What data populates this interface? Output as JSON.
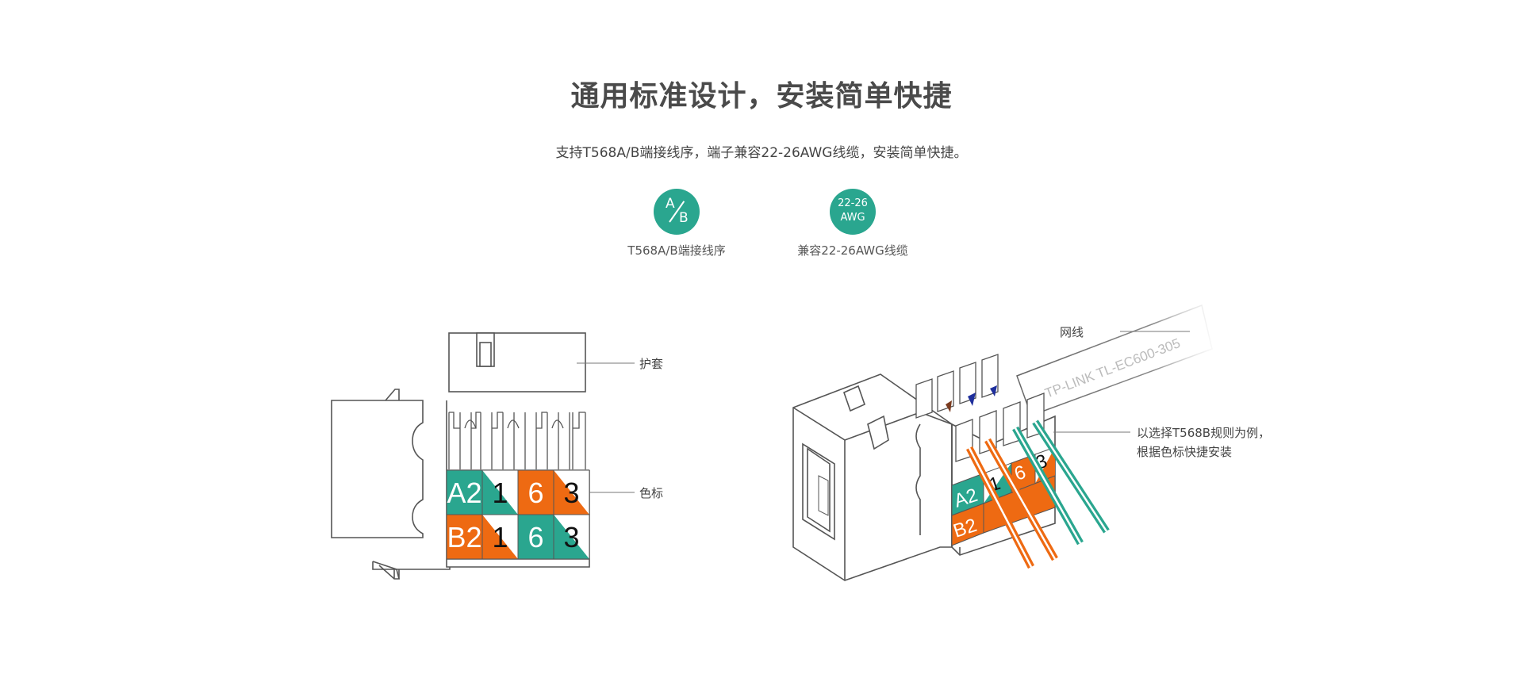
{
  "title": "通用标准设计，安装简单快捷",
  "subtitle": "支持T568A/B端接线序，端子兼容22-26AWG线缆，安装简单快捷。",
  "features": [
    {
      "icon": "ab-icon",
      "icon_text_a": "A",
      "icon_text_b": "B",
      "label": "T568A/B端接线序"
    },
    {
      "icon": "awg-icon",
      "icon_line1": "22-26",
      "icon_line2": "AWG",
      "label": "兼容22-26AWG线缆"
    }
  ],
  "left_diagram": {
    "callouts": {
      "cover": "护套",
      "color_code": "色标"
    },
    "row_a": [
      "A2",
      "1",
      "6",
      "3"
    ],
    "row_b": [
      "B2",
      "1",
      "6",
      "3"
    ]
  },
  "right_diagram": {
    "callouts": {
      "cable": "网线",
      "note_line1": "以选择T568B规则为例，",
      "note_line2": "根据色标快捷安装"
    },
    "cable_print": "TP-LINK TL-EC600-305",
    "row_a": [
      "A2",
      "1",
      "6",
      "3"
    ],
    "row_b": [
      "B2"
    ]
  },
  "colors": {
    "teal": "#2aa68f",
    "orange": "#ee6a12",
    "line": "#555555",
    "brown": "#7a3b20",
    "blue": "#1f2f9c"
  }
}
